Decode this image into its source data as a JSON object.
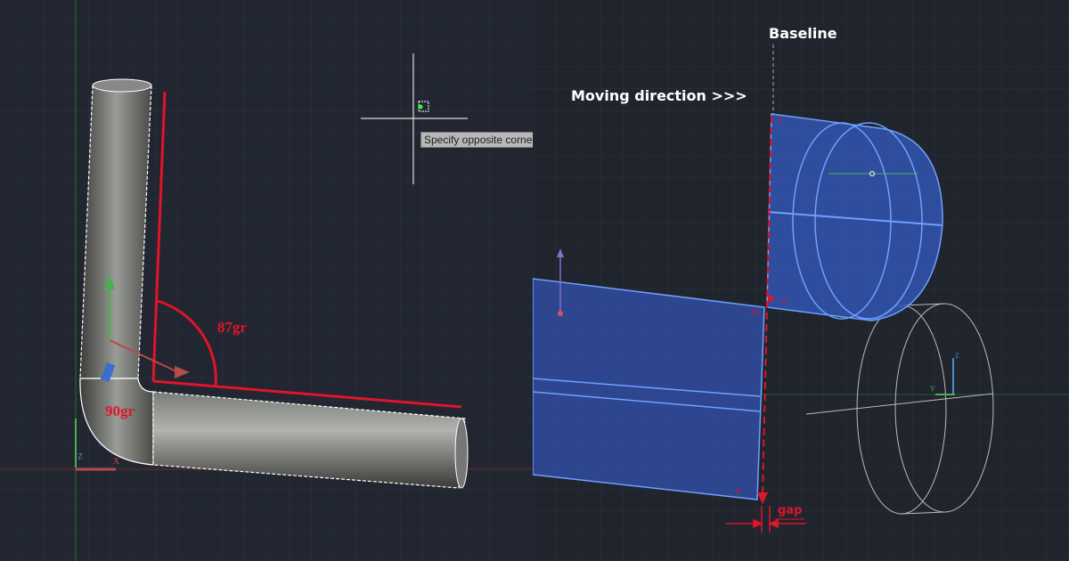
{
  "left_panel": {
    "tooltip": "Specify opposite corner",
    "angle_labels": [
      "87gr",
      "90gr"
    ],
    "axis_labels": {
      "z": "Z",
      "x": "X"
    }
  },
  "right_panel": {
    "baseline_label": "Baseline",
    "direction_label": "Moving direction >>>",
    "gap_label": "gap",
    "point_labels": [
      "A",
      "A1",
      "B1",
      "B"
    ],
    "axis_labels": {
      "z": "Z",
      "y": "Y"
    }
  },
  "colors": {
    "background": "#212630",
    "grid": "#2c3340",
    "annotation_red": "#e0142a",
    "selection_blue": "#2f4a9a",
    "pipe_gray": "#6e706c"
  }
}
